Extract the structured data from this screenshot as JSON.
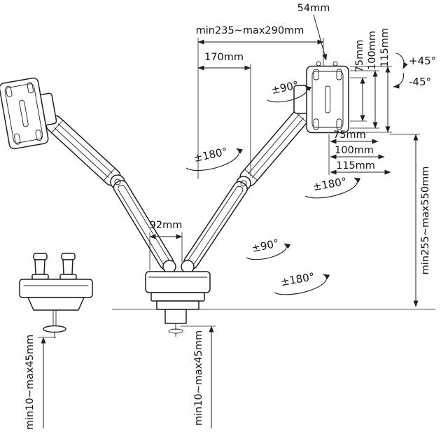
{
  "meta": {
    "title": "Dual monitor desk mount arm dimension diagram"
  },
  "colors": {
    "line": "#1f1f1f",
    "background": "#ffffff"
  },
  "labels": {
    "vesa_screw_width": "54mm",
    "reach_range": "min235~max290mm",
    "arm_length": "170mm",
    "vesa_v_75": "75mm",
    "vesa_v_100": "100mm",
    "vesa_v_115": "115mm",
    "tilt_up": "+45°",
    "tilt_down": "-45°",
    "rotate_90_top": "±90°",
    "rotate_180_upper": "±180°",
    "vesa_h_75": "75mm",
    "vesa_h_100": "100mm",
    "vesa_h_115": "115mm",
    "rotate_180_right": "±180°",
    "height_range": "min255~max550mm",
    "base_width": "92mm",
    "rotate_90_mid": "±90°",
    "rotate_180_base": "±180°",
    "clamp_range_left": "min10~max45mm",
    "clamp_range_center": "min10~max45mm"
  }
}
